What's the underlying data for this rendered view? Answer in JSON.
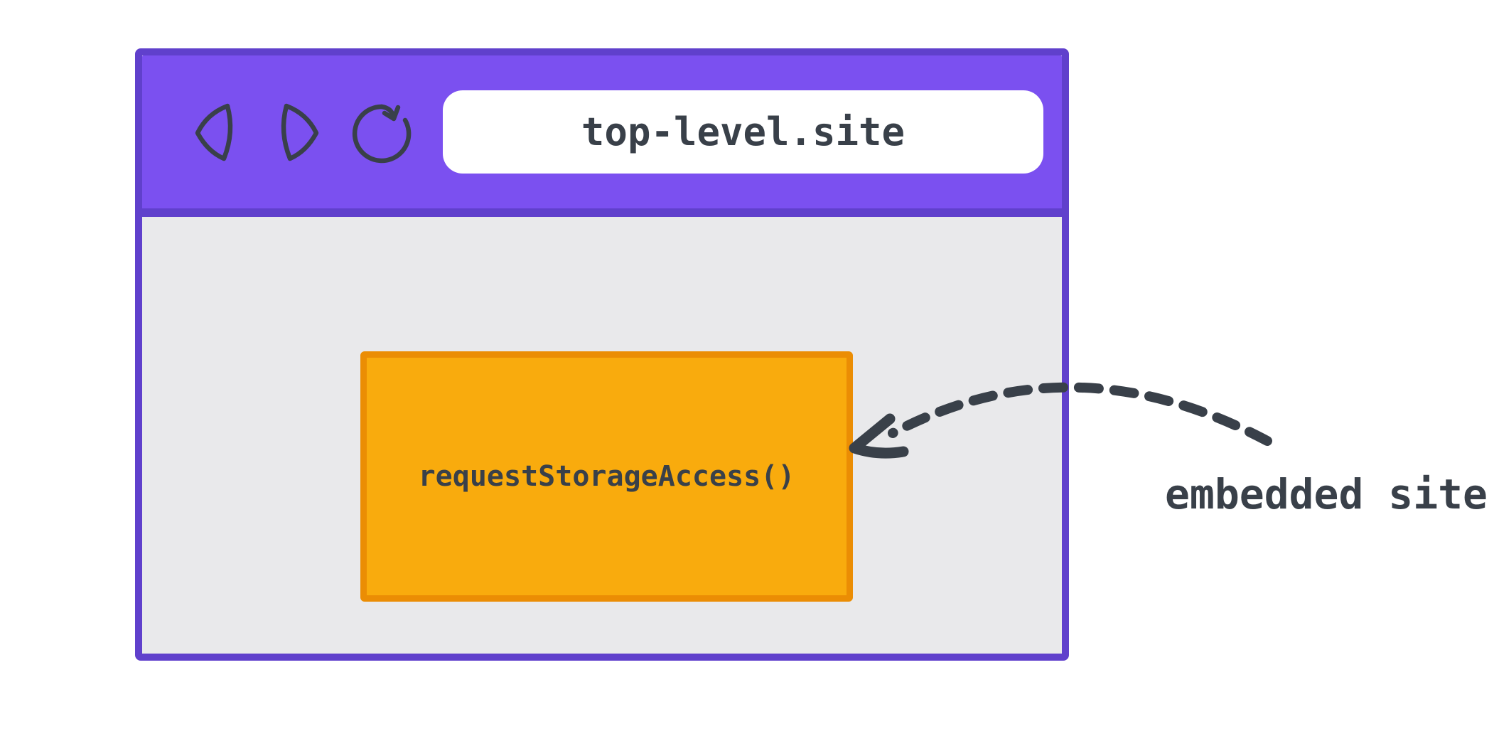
{
  "colors": {
    "page-bg": "#FFFFFF",
    "toolbar-purple": "#7B50F0",
    "window-border": "#6040CC",
    "content-gray": "#E9E9EB",
    "address-bar-bg": "#FFFFFF",
    "embed-orange": "#F9AB0D",
    "embed-border": "#EB8D04",
    "ink": "#394049"
  },
  "browser_window": {
    "toolbar": {
      "icons": [
        "back-icon",
        "forward-icon",
        "reload-icon"
      ],
      "address_bar": {
        "url": "top-level.site"
      }
    },
    "page": {
      "embedded_frame": {
        "label": "requestStorageAccess()"
      }
    }
  },
  "annotation": {
    "label": "embedded site",
    "arrow": "dashed-arrow-pointing-to-embedded-frame"
  }
}
